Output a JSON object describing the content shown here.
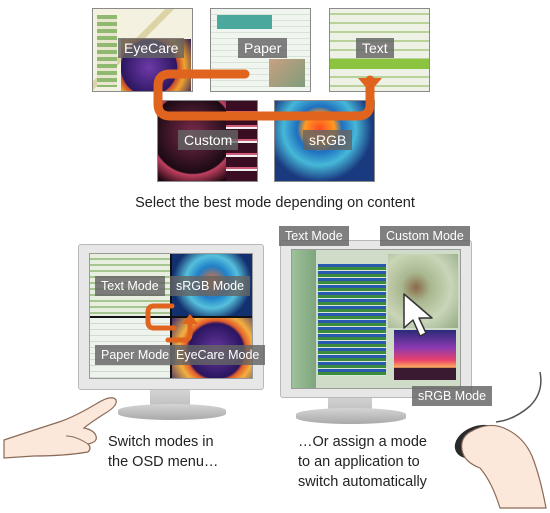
{
  "top_modes": {
    "eyecare": "EyeCare",
    "paper": "Paper",
    "text": "Text",
    "custom": "Custom",
    "srgb": "sRGB"
  },
  "caption": "Select the best mode depending on content",
  "left_monitor": {
    "text_mode": "Text Mode",
    "srgb_mode": "sRGB Mode",
    "paper_mode": "Paper Mode",
    "eyecare_mode": "EyeCare Mode",
    "text_line1": "Switch modes in",
    "text_line2": "the OSD menu…"
  },
  "right_monitor": {
    "text_mode": "Text Mode",
    "custom_mode": "Custom Mode",
    "srgb_mode": "sRGB Mode",
    "text_line1": "…Or assign a mode",
    "text_line2": "to an application to",
    "text_line3": "switch automatically"
  },
  "colors": {
    "arrow": "#e0641e",
    "label_bg": "#6e6e6e"
  },
  "icons": [
    "cycle-arrow-icon",
    "hand-pointing-icon",
    "mouse-cursor-icon",
    "hand-mouse-icon"
  ]
}
